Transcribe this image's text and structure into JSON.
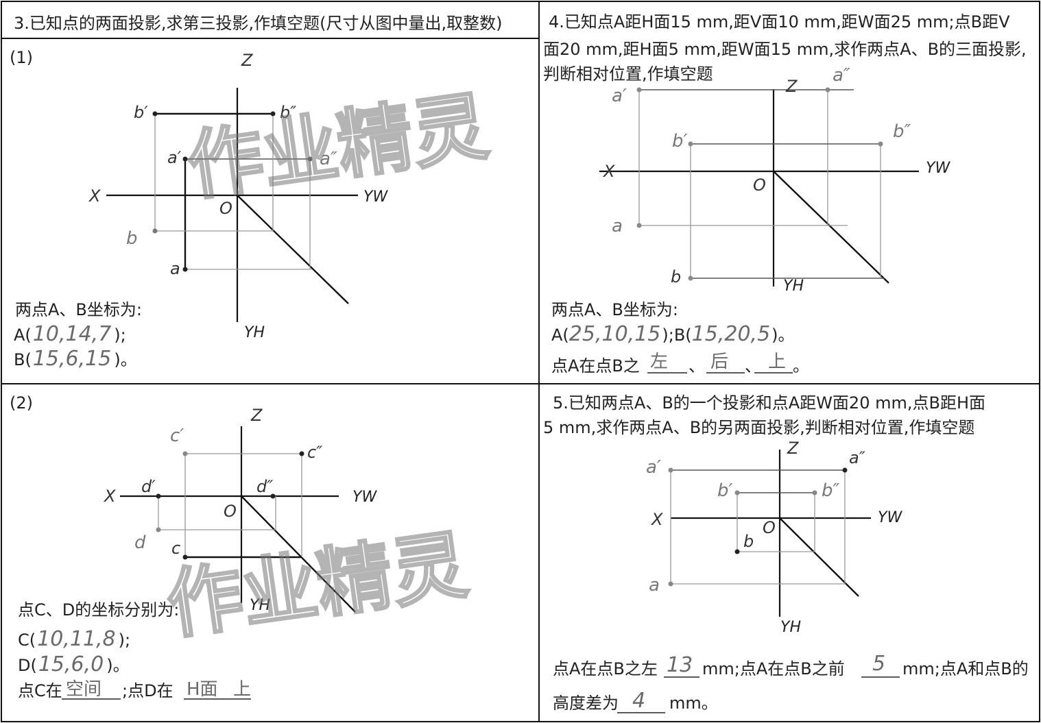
{
  "q3": {
    "title": "3.已知点的两面投影,求第三投影,作填空题(尺寸从图中量出,取整数)",
    "part1": {
      "num": "(1)",
      "labels": {
        "z": "Z",
        "x": "X",
        "o": "O",
        "yw": "YW",
        "yh": "YH",
        "b1": "b′",
        "b2": "b″",
        "a1": "a′",
        "a2": "a″",
        "b": "b",
        "a": "a"
      },
      "coord_label": "两点A、B坐标为:",
      "a_prefix": "A(",
      "a_values": "10,14,7",
      "a_suffix": ");",
      "b_prefix": "B(",
      "b_values": "15,6,15",
      "b_suffix": ")。"
    },
    "part2": {
      "num": "(2)",
      "labels": {
        "z": "Z",
        "x": "X",
        "o": "O",
        "yw": "YW",
        "yh": "YH",
        "c1": "c′",
        "c2": "c″",
        "d1": "d′",
        "d2": "d″",
        "d": "d",
        "c": "c"
      },
      "coord_label": "点C、D的坐标分别为:",
      "c_prefix": "C(",
      "c_values": "10,11,8",
      "c_suffix": ");",
      "d_prefix": "D(",
      "d_values": "15,6,0",
      "d_suffix": ")。",
      "pos_prefix": "点C在",
      "pos_c": "空间",
      "pos_mid": ";点D在",
      "pos_d": "H面",
      "pos_d2": "上"
    }
  },
  "q4": {
    "title_line1": "4.已知点A距H面15 mm,距V面10 mm,距W面25 mm;点B距V",
    "title_line2": "面20 mm,距H面5 mm,距W面15 mm,求作两点A、B的三面投影,",
    "title_line3": "判断相对位置,作填空题",
    "labels": {
      "z": "Z",
      "x": "X",
      "o": "O",
      "yw": "YW",
      "yh": "YH",
      "a1": "a′",
      "a2": "a″",
      "b1": "b′",
      "b2": "b″",
      "a": "a",
      "b": "b"
    },
    "coord_label": "两点A、B坐标为:",
    "a_prefix": "A(",
    "a_values": "25,10,15",
    "mid": ");B(",
    "b_values": "15,20,5",
    "b_suffix": ")。",
    "pos_prefix": "点A在点B之",
    "ans1": "左",
    "sep1": "、",
    "ans2": "后",
    "sep2": "、",
    "ans3": "上",
    "end": "。"
  },
  "q5": {
    "title_line1": "5.已知两点A、B的一个投影和点A距W面20 mm,点B距H面",
    "title_line2": "5 mm,求作两点A、B的另两面投影,判断相对位置,作填空题",
    "labels": {
      "z": "Z",
      "x": "X",
      "o": "O",
      "yw": "YW",
      "yh": "YH",
      "a1": "a′",
      "a2": "a″",
      "b1": "b′",
      "b2": "b″",
      "b": "b",
      "a": "a"
    },
    "line1_prefix": "点A在点B之左",
    "ans1": "13",
    "unit1": "mm;点A在点B之前",
    "ans2": "5",
    "unit2": "mm;点A和点B的",
    "line2_prefix": "高度差为",
    "ans3": "4",
    "unit3": "mm。"
  },
  "watermark": "作业精灵"
}
